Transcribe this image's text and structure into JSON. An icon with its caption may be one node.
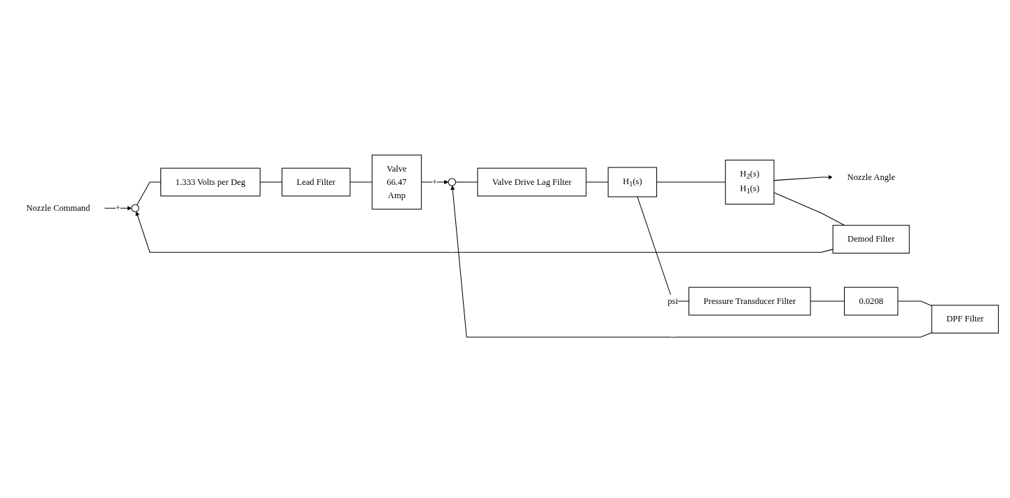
{
  "diagram": {
    "nodes": [
      {
        "text": [
          "Nozzle Command"
        ]
      },
      {
        "text": [],
        "shape": "circle"
      },
      {
        "text": [
          "1.333 Volts per Deg"
        ]
      },
      {
        "text": [
          "Lead Filter"
        ]
      },
      {
        "text": [
          "Valve",
          "66.47",
          "Amp"
        ]
      },
      {
        "text": [],
        "shape": "circle"
      },
      {
        "text": [
          "Valve Drive Lag Filter"
        ]
      },
      {
        "text": [
          "H$_{1}$(s)"
        ]
      },
      {
        "text": [
          "H$_{2}$(s)",
          "H$_{1}$(s)"
        ]
      },
      {
        "text": [
          "Nozzle Angle"
        ]
      },
      {
        "text": [
          "DPF Filter"
        ]
      },
      {
        "text": [
          "0.0208"
        ]
      },
      {
        "text": [
          "Pressure Transducer Filter"
        ]
      },
      {
        "text": [
          "Demod Filter"
        ]
      }
    ],
    "edges": [
      {
        "from": 0,
        "to": 1,
        "arrow": "to",
        "label": "+"
      },
      {
        "from": 1,
        "to": 2,
        "arrow": "none"
      },
      {
        "from": 2,
        "to": 3,
        "arrow": "none"
      },
      {
        "from": 3,
        "to": 4,
        "arrow": "none"
      },
      {
        "from": 4,
        "to": 5,
        "arrow": "to",
        "label": "+"
      },
      {
        "from": 5,
        "to": 6,
        "arrow": "none"
      },
      {
        "from": 6,
        "to": 7,
        "arrow": "none"
      },
      {
        "from": 7,
        "to": 8,
        "arrow": "none"
      },
      {
        "from": 8,
        "to": 9,
        "arrow": "to"
      },
      {
        "from": 7,
        "to": 12,
        "arrow": "none",
        "label": "psi"
      },
      {
        "from": 12,
        "to": 11,
        "arrow": "none"
      },
      {
        "from": 11,
        "to": 10,
        "arrow": "none"
      },
      {
        "from": 10,
        "to": 5,
        "arrow": "to",
        "label": "-"
      },
      {
        "from": 8,
        "to": 13,
        "arrow": "none"
      },
      {
        "from": 13,
        "to": 1,
        "arrow": "to",
        "label": "-"
      }
    ]
  }
}
